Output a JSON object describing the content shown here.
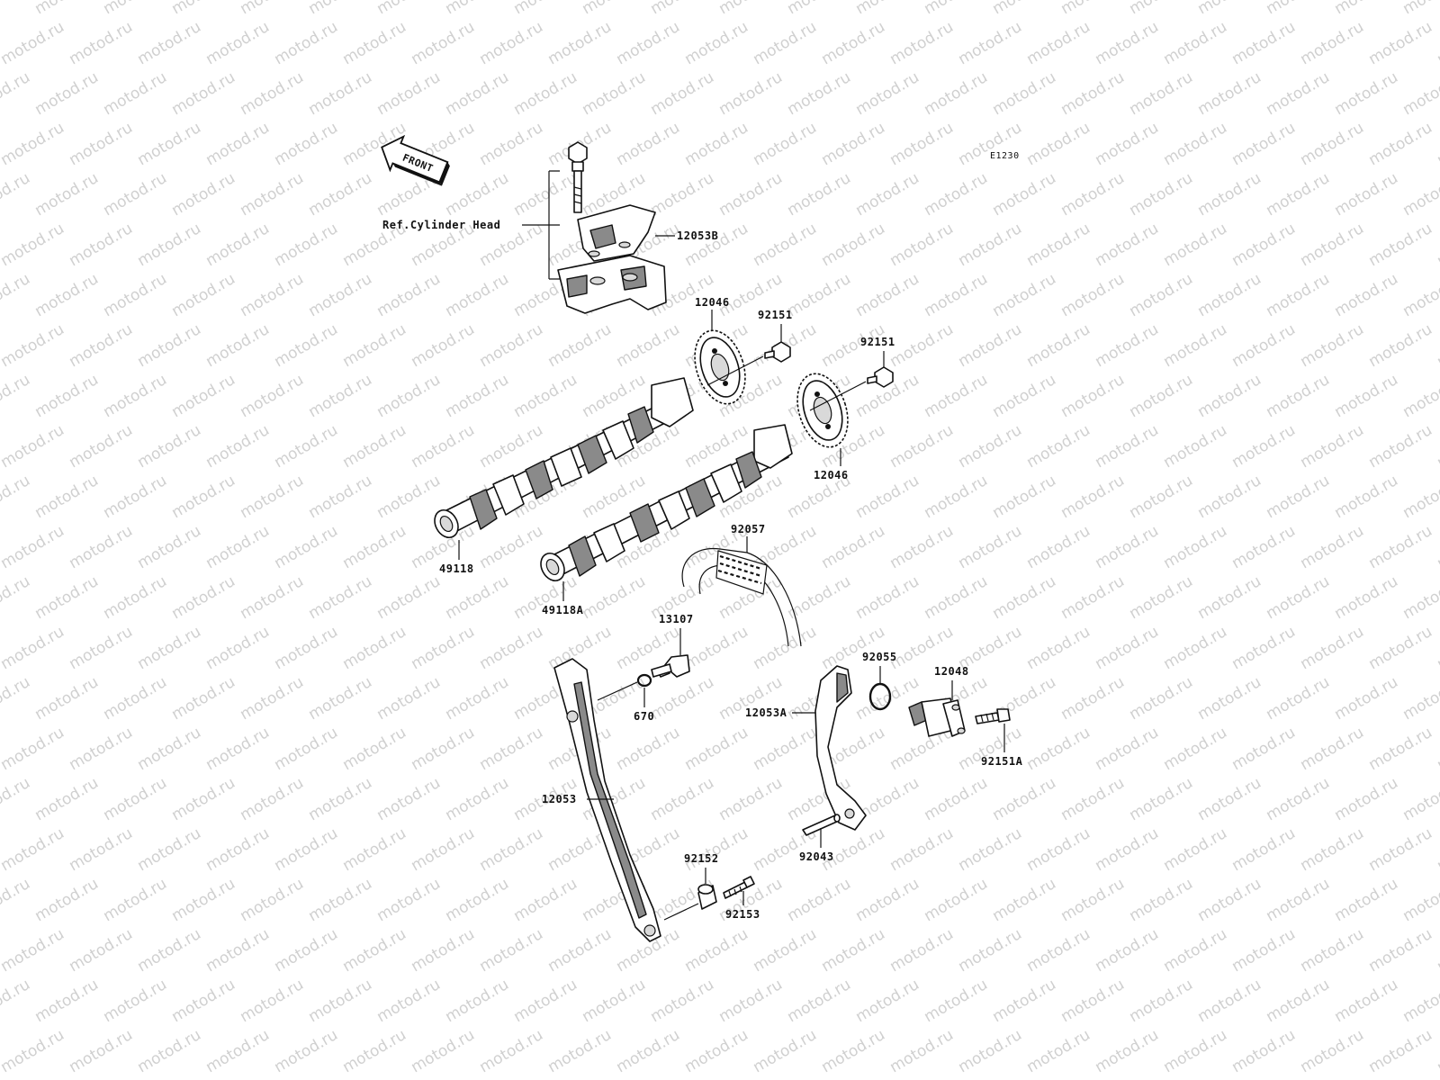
{
  "diagram_code": "E1230",
  "watermark": "motod.ru",
  "front_arrow": "FRONT",
  "reference_label": "Ref.Cylinder Head",
  "parts": {
    "p12053B": "12053B",
    "p12046_top": "12046",
    "p92151_a": "92151",
    "p92151_b": "92151",
    "p12046_bottom": "12046",
    "p49118": "49118",
    "p49118A": "49118A",
    "p92057": "92057",
    "p13107": "13107",
    "p670": "670",
    "p92055": "92055",
    "p12048": "12048",
    "p12053A": "12053A",
    "p92151A": "92151A",
    "p12053": "12053",
    "p92152": "92152",
    "p92153": "92153",
    "p92043": "92043"
  }
}
